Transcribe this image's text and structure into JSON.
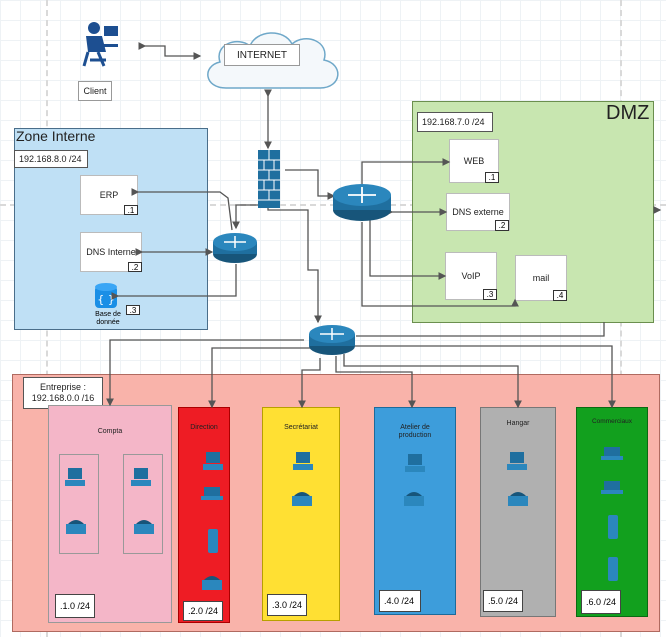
{
  "internet": {
    "label": "INTERNET"
  },
  "client": {
    "label": "Client"
  },
  "zone_interne": {
    "title": "Zone Interne",
    "subnet": "192.168.8.0 /24",
    "servers": [
      {
        "label": "ERP",
        "suffix": ".1"
      },
      {
        "label": "DNS Interne",
        "suffix": ".2"
      },
      {
        "label": "Base de\ndonnée",
        "suffix": ".3"
      }
    ]
  },
  "dmz": {
    "title": "DMZ",
    "subnet": "192.168.7.0 /24",
    "servers": [
      {
        "label": "WEB",
        "suffix": ".1"
      },
      {
        "label": "DNS externe",
        "suffix": ".2"
      },
      {
        "label": "VoIP",
        "suffix": ".3"
      },
      {
        "label": "mail",
        "suffix": ".4"
      }
    ]
  },
  "entreprise": {
    "title": "Entreprise :",
    "subnet": "192.168.0.0 /16",
    "departments": [
      {
        "name": "Compta",
        "subnet": ".1.0 /24",
        "color": "#f4b6c8"
      },
      {
        "name": "Direction",
        "subnet": ".2.0 /24",
        "color": "#ee1c24"
      },
      {
        "name": "Secrétariat",
        "subnet": ".3.0 /24",
        "color": "#ffe033"
      },
      {
        "name": "Atelier de\nproduction",
        "subnet": ".4.0 /24",
        "color": "#3d9ddb"
      },
      {
        "name": "Hangar",
        "subnet": ".5.0 /24",
        "color": "#b0b0b0"
      },
      {
        "name": "Commerciaux",
        "subnet": ".6.0 /24",
        "color": "#12a01e"
      }
    ]
  },
  "colors": {
    "zone_interne_bg": "#bfe0f5",
    "dmz_bg": "#c8e6b0",
    "entreprise_bg": "#f9b3aa",
    "router": "#1f6f9f",
    "line": "#555555"
  }
}
